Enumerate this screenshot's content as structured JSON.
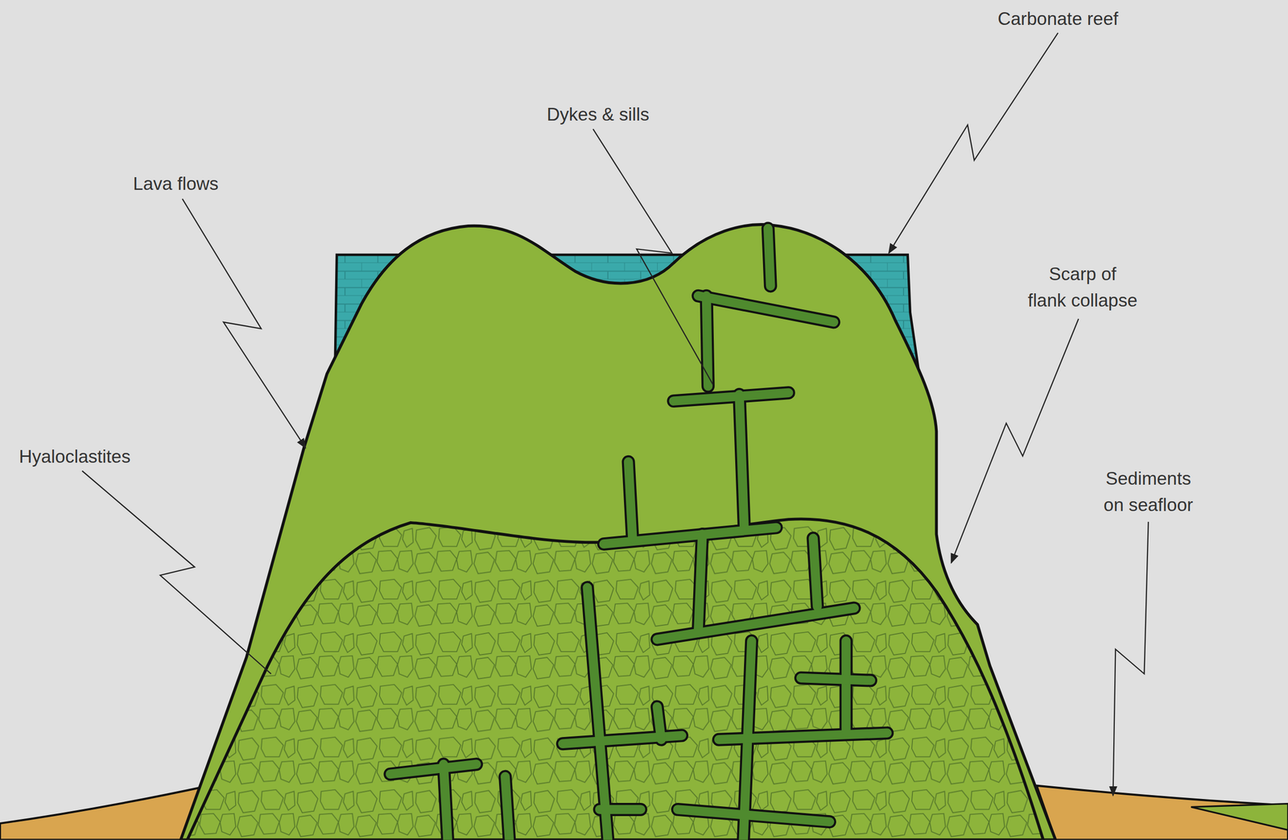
{
  "diagram": {
    "labels": [
      "Carbonate reef",
      "Dykes & sills",
      "Lava flows",
      "Scarp of flank collapse",
      "Hyaloclastites",
      "Sediments on seafloor"
    ]
  }
}
